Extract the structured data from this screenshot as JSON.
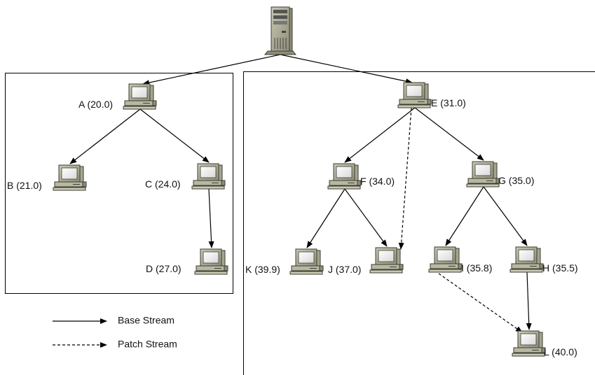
{
  "nodes": [
    {
      "id": "A",
      "label": "A (20.0)"
    },
    {
      "id": "B",
      "label": "B (21.0)"
    },
    {
      "id": "C",
      "label": "C (24.0)"
    },
    {
      "id": "D",
      "label": "D (27.0)"
    },
    {
      "id": "E",
      "label": "E (31.0)"
    },
    {
      "id": "F",
      "label": "F (34.0)"
    },
    {
      "id": "G",
      "label": "G (35.0)"
    },
    {
      "id": "I",
      "label": "I (35.8)"
    },
    {
      "id": "H",
      "label": "H (35.5)"
    },
    {
      "id": "K",
      "label": "K (39.9)"
    },
    {
      "id": "J",
      "label": "J (37.0)"
    },
    {
      "id": "L",
      "label": "L (40.0)"
    }
  ],
  "edges": [
    {
      "from": "server",
      "to": "A",
      "type": "base"
    },
    {
      "from": "server",
      "to": "E",
      "type": "base"
    },
    {
      "from": "A",
      "to": "B",
      "type": "base"
    },
    {
      "from": "A",
      "to": "C",
      "type": "base"
    },
    {
      "from": "C",
      "to": "D",
      "type": "base"
    },
    {
      "from": "E",
      "to": "F",
      "type": "base"
    },
    {
      "from": "E",
      "to": "G",
      "type": "base"
    },
    {
      "from": "E",
      "to": "J",
      "type": "patch"
    },
    {
      "from": "F",
      "to": "K",
      "type": "base"
    },
    {
      "from": "F",
      "to": "J",
      "type": "base"
    },
    {
      "from": "G",
      "to": "I",
      "type": "base"
    },
    {
      "from": "G",
      "to": "H",
      "type": "base"
    },
    {
      "from": "H",
      "to": "L",
      "type": "base"
    },
    {
      "from": "I",
      "to": "L",
      "type": "patch"
    }
  ],
  "legend": {
    "base_label": "Base Stream",
    "patch_label": "Patch Stream"
  },
  "icons": {
    "server": "server-icon",
    "client": "computer-icon"
  }
}
